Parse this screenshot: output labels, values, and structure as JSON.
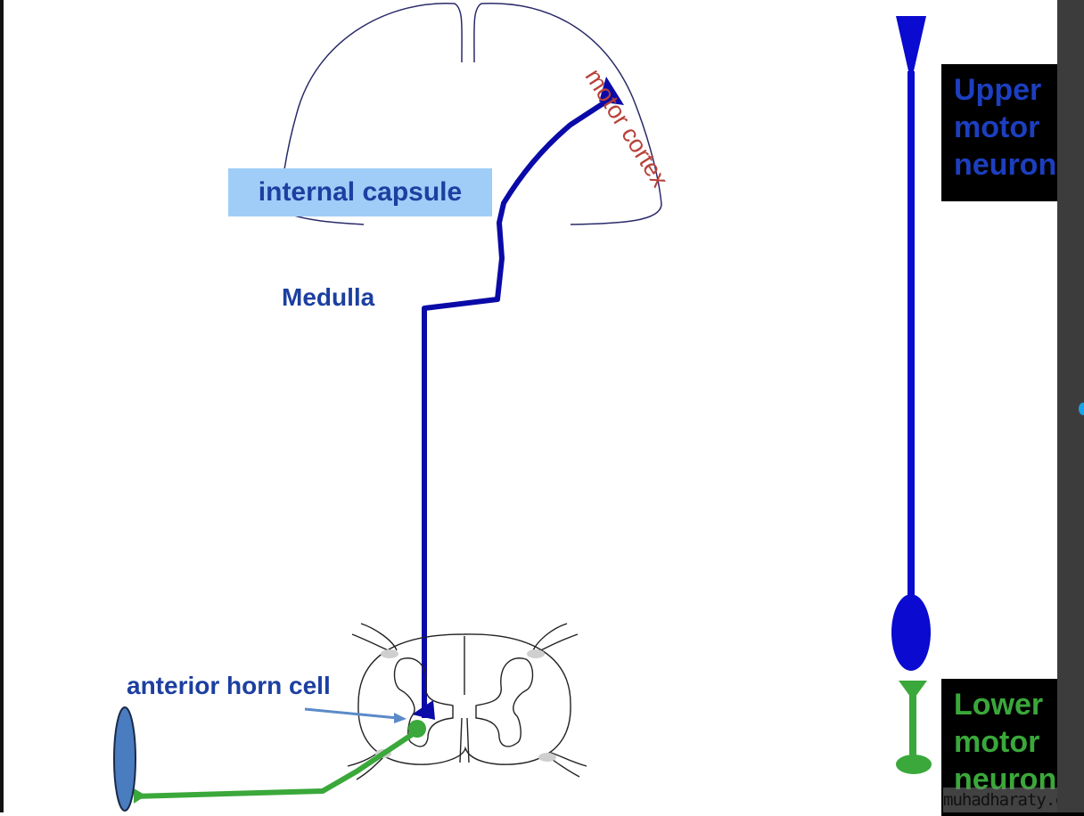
{
  "labels": {
    "motor_cortex": "motor cortex",
    "internal_capsule": "internal capsule",
    "medulla": "Medulla",
    "anterior_horn_cell": "anterior horn cell"
  },
  "legend": {
    "upper_motor_neuron": [
      "Upper",
      "motor",
      "neuron"
    ],
    "lower_motor_neuron": [
      "Lower",
      "motor",
      "neuron"
    ]
  },
  "watermark": "muhadharaty.com",
  "colors": {
    "upper_motor_neuron": "#0a0aa8",
    "lower_motor_neuron": "#3aa83a",
    "label_text": "#1c3fa0",
    "motor_cortex_label": "#b8413a",
    "internal_capsule_highlight": "#9fcdf8",
    "muscle": "#4a7cc0",
    "outline": "#2a2a5a"
  }
}
